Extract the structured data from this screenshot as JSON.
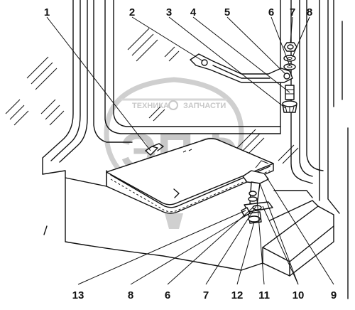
{
  "watermark": {
    "top_text": "ТЕХНИКА",
    "top_text_2": "ЗАПЧАСТИ",
    "letters": "ЭПФ"
  },
  "callouts": {
    "top": [
      "1",
      "2",
      "3",
      "4",
      "5",
      "6",
      "7",
      "8"
    ],
    "bottom": [
      "13",
      "8",
      "6",
      "7",
      "12",
      "11",
      "10",
      "9"
    ]
  }
}
